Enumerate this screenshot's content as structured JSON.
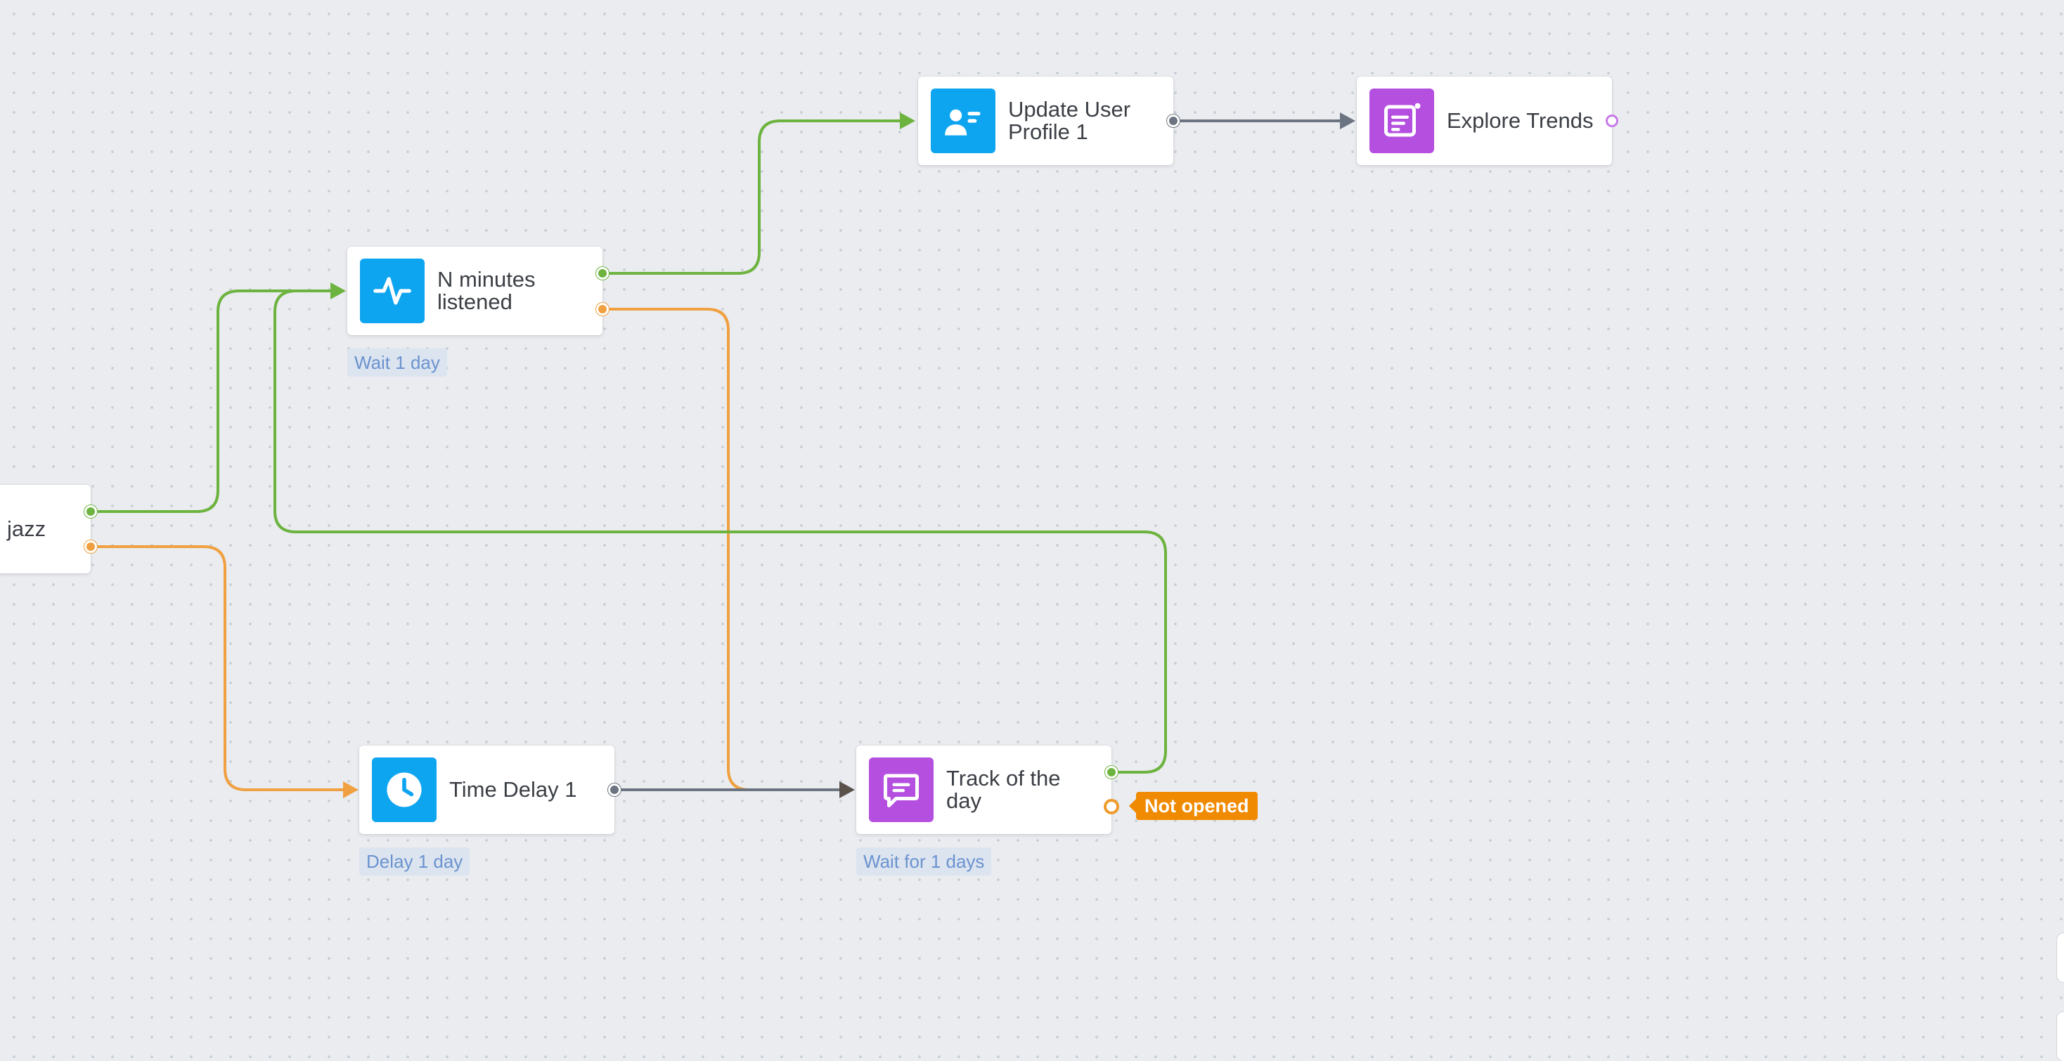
{
  "canvas": {
    "nodes": {
      "jazz": {
        "label": "jazz"
      },
      "n_minutes": {
        "label_line1": "N minutes",
        "label_line2": "listened",
        "icon": "activity-icon",
        "sub": "Wait 1 day"
      },
      "update_profile": {
        "label_line1": "Update User",
        "label_line2": "Profile 1",
        "icon": "user-profile-icon"
      },
      "explore_trends": {
        "label": "Explore Trends",
        "icon": "content-card-icon"
      },
      "time_delay": {
        "label": "Time Delay 1",
        "icon": "clock-icon",
        "sub": "Delay 1 day"
      },
      "track_of_day": {
        "label_line1": "Track of the",
        "label_line2": "day",
        "icon": "message-icon",
        "sub": "Wait for 1 days",
        "badge": "Not opened"
      }
    }
  },
  "colors": {
    "green": "#6db33f",
    "orange": "#f0a040",
    "gray": "#6b7480",
    "blue_icon": "#0ea5f0",
    "purple_icon": "#b44fe0",
    "badge": "#f08a00"
  }
}
